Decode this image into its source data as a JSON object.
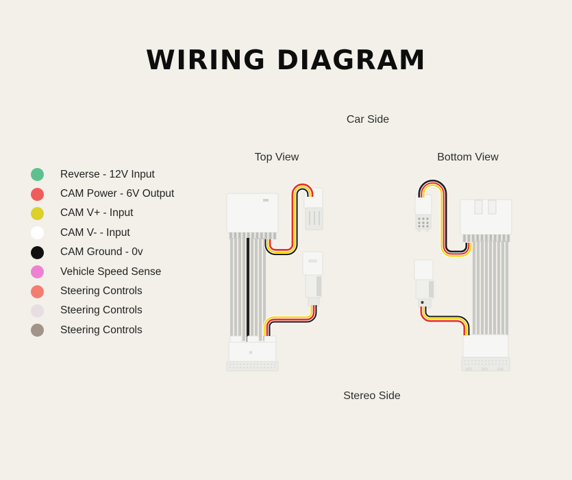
{
  "page": {
    "background": "#f2f0e9"
  },
  "title": "WIRING DIAGRAM",
  "labels": {
    "car_side": "Car Side",
    "top_view": "Top View",
    "bottom_view": "Bottom View",
    "stereo_side": "Stereo Side"
  },
  "legend": {
    "items": [
      {
        "color": "#5fc08f",
        "label": "Reverse - 12V Input"
      },
      {
        "color": "#ef5d5a",
        "label": "CAM Power - 6V Output"
      },
      {
        "color": "#dcd02b",
        "label": "CAM V+ - Input"
      },
      {
        "color": "#ffffff",
        "label": "CAM V- - Input"
      },
      {
        "color": "#101010",
        "label": "CAM Ground - 0v"
      },
      {
        "color": "#ee82d2",
        "label": "Vehicle Speed Sense"
      },
      {
        "color": "#f47d72",
        "label": "Steering Controls"
      },
      {
        "color": "#e6dee3",
        "label": "Steering Controls"
      },
      {
        "color": "#a2948a",
        "label": "Steering Controls"
      }
    ]
  },
  "diagram": {
    "wire_colors": {
      "red": "#e63128",
      "yellow": "#f3d600",
      "black": "#202020",
      "gray": "#c8c8c5"
    }
  }
}
